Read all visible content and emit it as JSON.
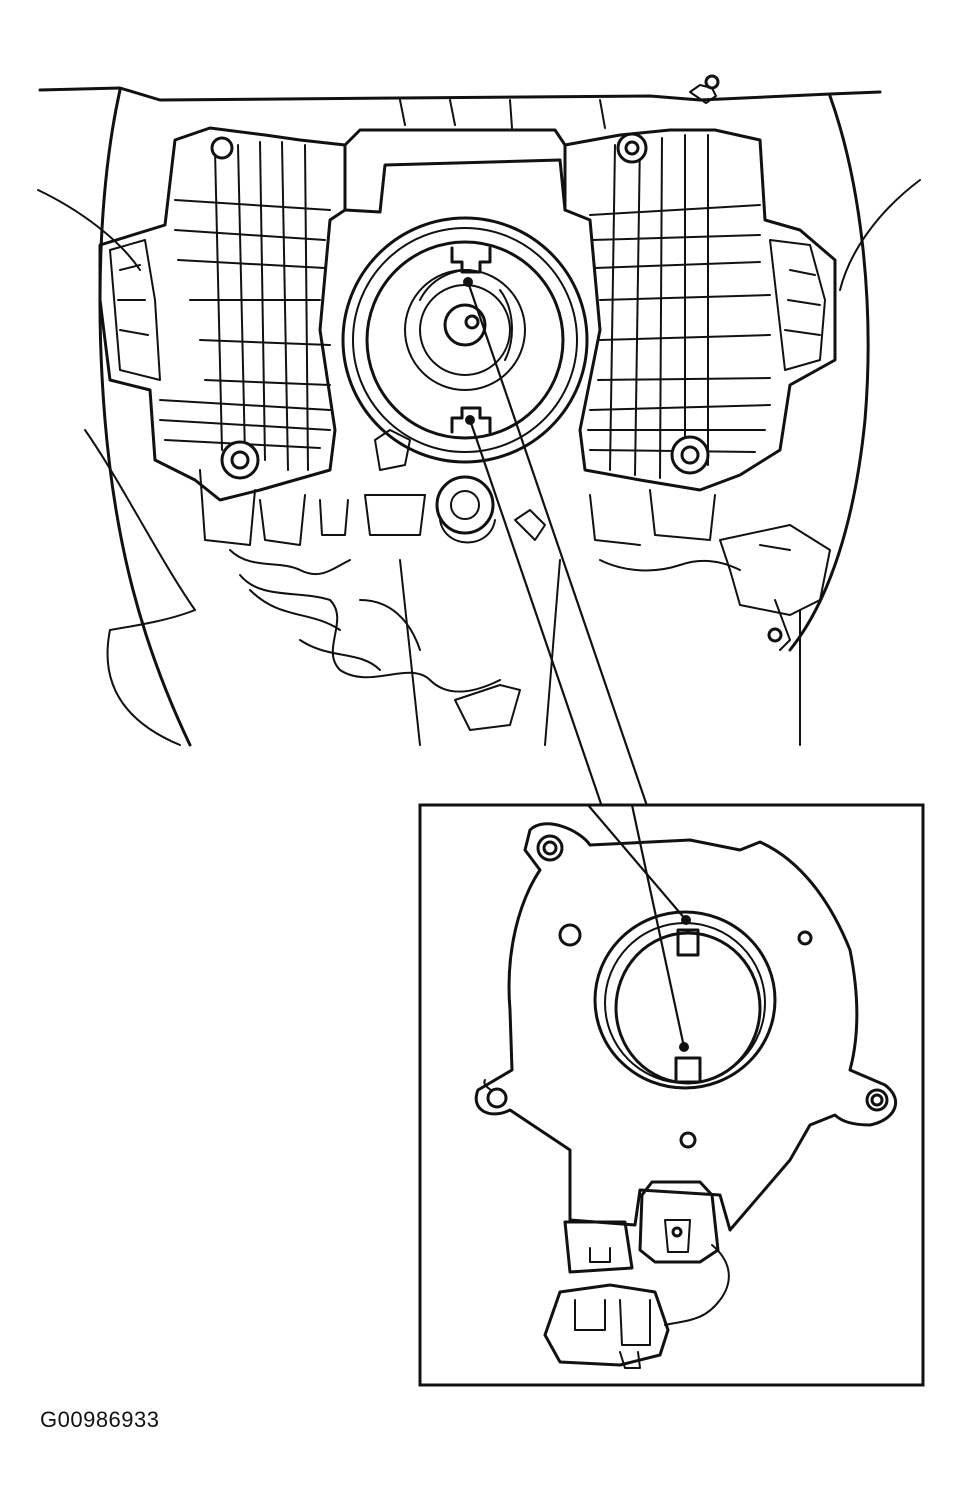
{
  "figure": {
    "id_label": "G00986933",
    "line_color": "#111111",
    "background": "#ffffff"
  },
  "views": [
    {
      "name": "steering-column-assembly"
    },
    {
      "name": "spiral-cable-detail-inset"
    }
  ]
}
